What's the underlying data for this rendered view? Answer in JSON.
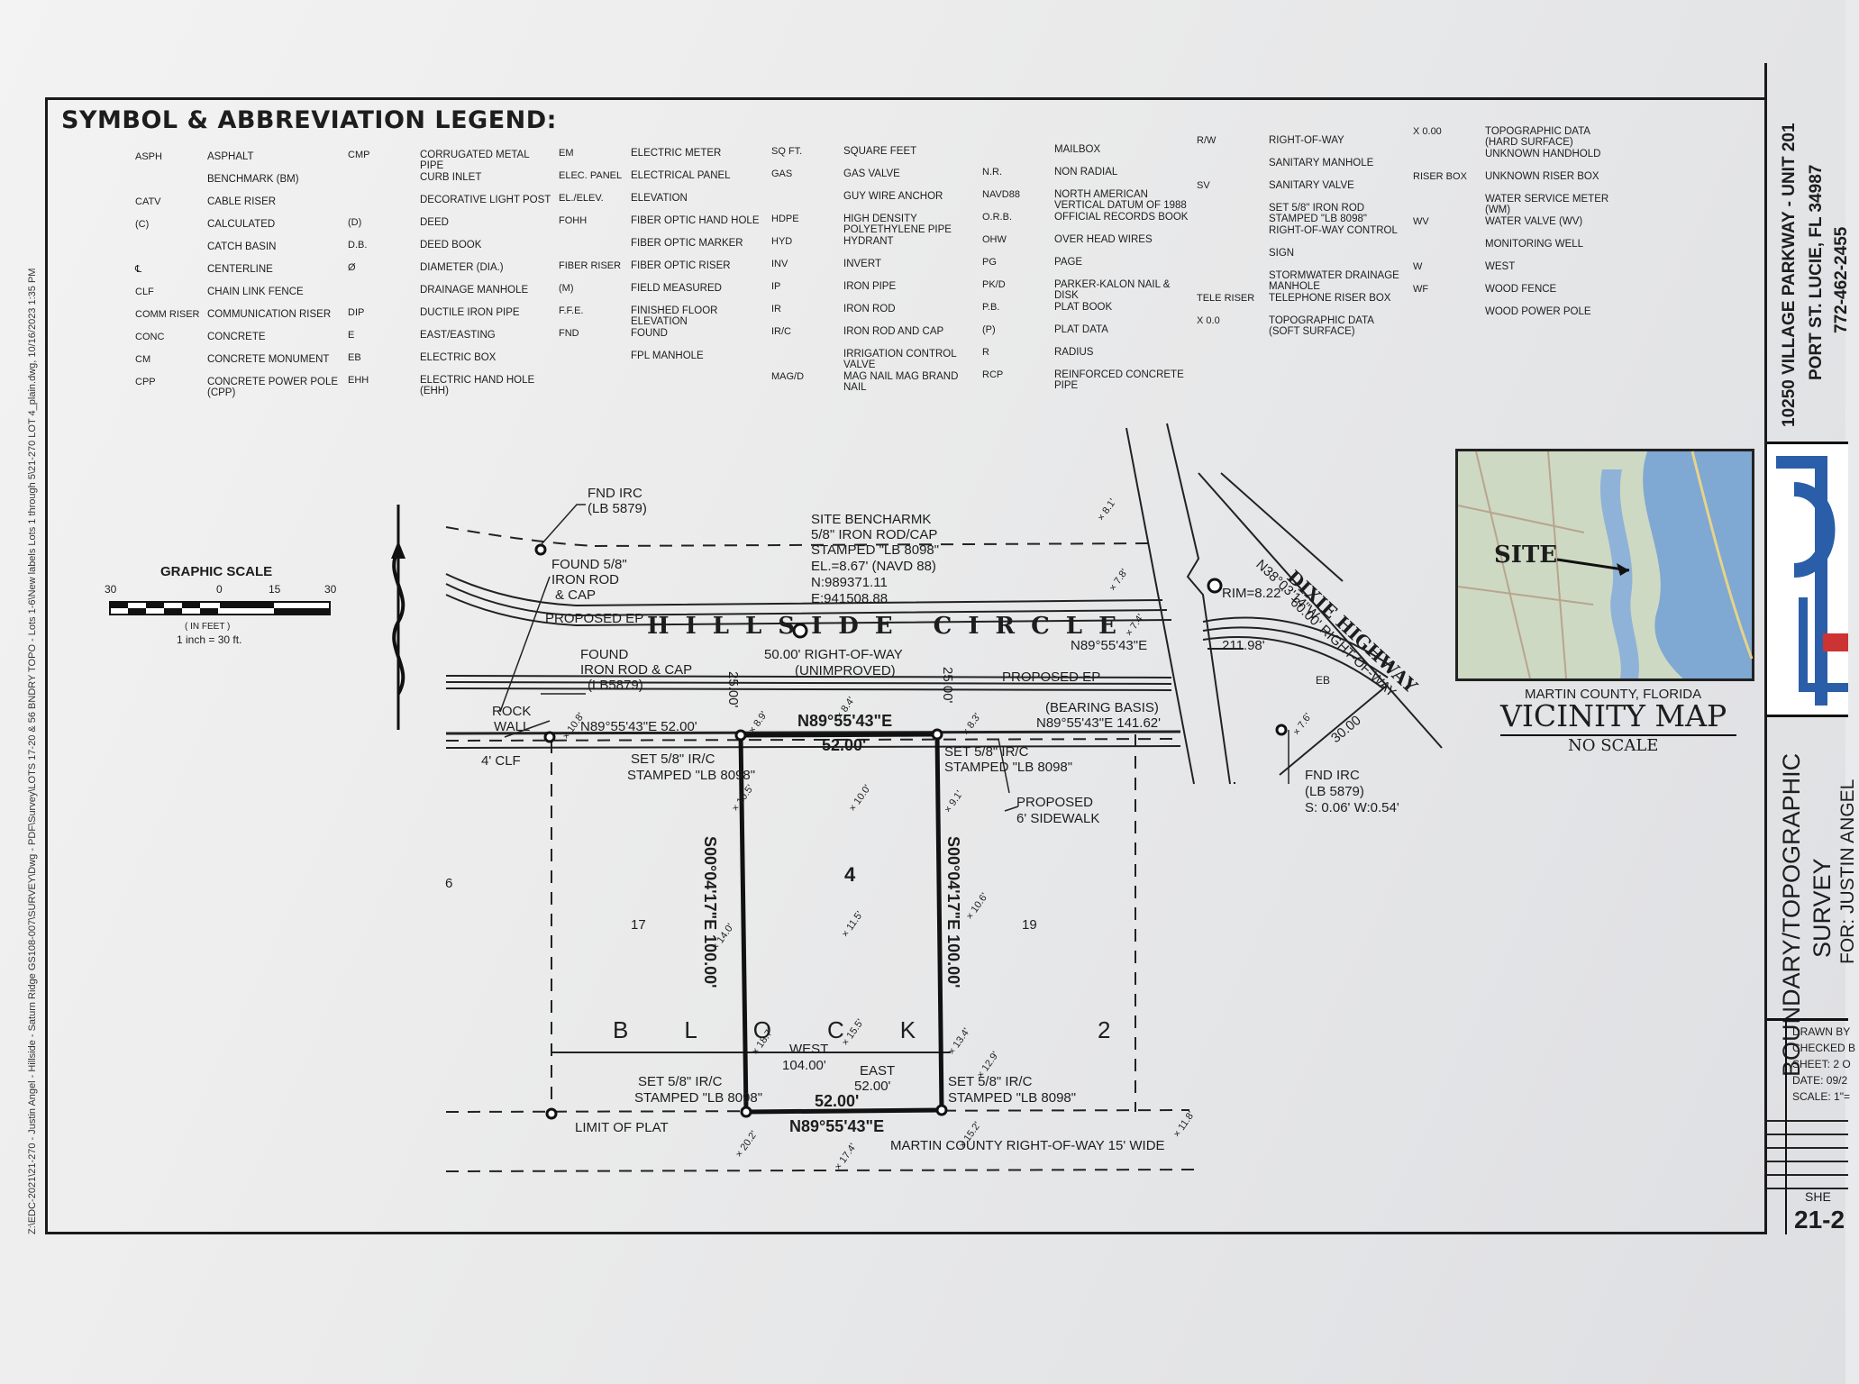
{
  "legend": {
    "title": "SYMBOL & ABBREVIATION LEGEND:",
    "col1": [
      {
        "ab": "ASPH",
        "df": "ASPHALT"
      },
      {
        "ab": "",
        "df": "BENCHMARK (BM)"
      },
      {
        "ab": "CATV",
        "df": "CABLE RISER"
      },
      {
        "ab": "(C)",
        "df": "CALCULATED"
      },
      {
        "ab": "",
        "df": "CATCH BASIN"
      },
      {
        "ab": "℄",
        "df": "CENTERLINE"
      },
      {
        "ab": "CLF",
        "df": "CHAIN LINK FENCE"
      },
      {
        "ab": "COMM RISER",
        "df": "COMMUNICATION RISER"
      },
      {
        "ab": "CONC",
        "df": "CONCRETE"
      },
      {
        "ab": "CM",
        "df": "CONCRETE MONUMENT"
      },
      {
        "ab": "CPP",
        "df": "CONCRETE POWER POLE (CPP)"
      }
    ],
    "col2": [
      {
        "ab": "CMP",
        "df": "CORRUGATED METAL PIPE"
      },
      {
        "ab": "",
        "df": "CURB INLET"
      },
      {
        "ab": "",
        "df": "DECORATIVE LIGHT POST"
      },
      {
        "ab": "(D)",
        "df": "DEED"
      },
      {
        "ab": "D.B.",
        "df": "DEED BOOK"
      },
      {
        "ab": "ø",
        "df": "DIAMETER (DIA.)"
      },
      {
        "ab": "",
        "df": "DRAINAGE MANHOLE"
      },
      {
        "ab": "DIP",
        "df": "DUCTILE IRON PIPE"
      },
      {
        "ab": "E",
        "df": "EAST/EASTING"
      },
      {
        "ab": "EB",
        "df": "ELECTRIC BOX"
      },
      {
        "ab": "EHH",
        "df": "ELECTRIC HAND HOLE (EHH)"
      }
    ],
    "col3": [
      {
        "ab": "EM",
        "df": "ELECTRIC METER"
      },
      {
        "ab": "ELEC. PANEL",
        "df": "ELECTRICAL PANEL"
      },
      {
        "ab": "EL./ELEV.",
        "df": "ELEVATION"
      },
      {
        "ab": "FOHH",
        "df": "FIBER OPTIC HAND HOLE"
      },
      {
        "ab": "",
        "df": "FIBER OPTIC MARKER"
      },
      {
        "ab": "FIBER RISER",
        "df": "FIBER OPTIC RISER"
      },
      {
        "ab": "(M)",
        "df": "FIELD MEASURED"
      },
      {
        "ab": "F.F.E.",
        "df": "FINISHED FLOOR ELEVATION"
      },
      {
        "ab": "FND",
        "df": "FOUND"
      },
      {
        "ab": "",
        "df": "FPL MANHOLE"
      }
    ],
    "col4": [
      {
        "ab": "SQ FT.",
        "df": "SQUARE FEET"
      },
      {
        "ab": "GAS",
        "df": "GAS VALVE"
      },
      {
        "ab": "",
        "df": "GUY WIRE ANCHOR"
      },
      {
        "ab": "HDPE",
        "df": "HIGH DENSITY POLYETHYLENE PIPE"
      },
      {
        "ab": "HYD",
        "df": "HYDRANT"
      },
      {
        "ab": "INV",
        "df": "INVERT"
      },
      {
        "ab": "IP",
        "df": "IRON PIPE"
      },
      {
        "ab": "IR",
        "df": "IRON ROD"
      },
      {
        "ab": "IR/C",
        "df": "IRON ROD AND CAP"
      },
      {
        "ab": "",
        "df": "IRRIGATION CONTROL VALVE"
      },
      {
        "ab": "MAG/D",
        "df": "MAG NAIL MAG BRAND NAIL"
      }
    ],
    "col5": [
      {
        "ab": "",
        "df": "MAILBOX"
      },
      {
        "ab": "N.R.",
        "df": "NON RADIAL"
      },
      {
        "ab": "NAVD88",
        "df": "NORTH AMERICAN VERTICAL DATUM OF 1988"
      },
      {
        "ab": "O.R.B.",
        "df": "OFFICIAL RECORDS BOOK"
      },
      {
        "ab": "OHW",
        "df": "OVER HEAD WIRES"
      },
      {
        "ab": "PG",
        "df": "PAGE"
      },
      {
        "ab": "PK/D",
        "df": "PARKER-KALON NAIL & DISK"
      },
      {
        "ab": "P.B.",
        "df": "PLAT BOOK"
      },
      {
        "ab": "(P)",
        "df": "PLAT DATA"
      },
      {
        "ab": "R",
        "df": "RADIUS"
      },
      {
        "ab": "RCP",
        "df": "REINFORCED CONCRETE PIPE"
      }
    ],
    "col6": [
      {
        "ab": "R/W",
        "df": "RIGHT-OF-WAY"
      },
      {
        "ab": "",
        "df": "SANITARY MANHOLE"
      },
      {
        "ab": "SV",
        "df": "SANITARY VALVE"
      },
      {
        "ab": "",
        "df": "SET 5/8\" IRON ROD STAMPED \"LB 8098\""
      },
      {
        "ab": "",
        "df": "RIGHT-OF-WAY CONTROL"
      },
      {
        "ab": "",
        "df": "SIGN"
      },
      {
        "ab": "",
        "df": "STORMWATER DRAINAGE MANHOLE"
      },
      {
        "ab": "TELE RISER",
        "df": "TELEPHONE RISER BOX"
      },
      {
        "ab": "X 0.0",
        "df": "TOPOGRAPHIC DATA (SOFT SURFACE)"
      }
    ],
    "col7": [
      {
        "ab": "X 0.00",
        "df": "TOPOGRAPHIC DATA (HARD SURFACE)"
      },
      {
        "ab": "",
        "df": "UNKNOWN HANDHOLD"
      },
      {
        "ab": "RISER BOX",
        "df": "UNKNOWN RISER BOX"
      },
      {
        "ab": "",
        "df": "WATER SERVICE METER (WM)"
      },
      {
        "ab": "WV",
        "df": "WATER VALVE (WV)"
      },
      {
        "ab": "",
        "df": "MONITORING WELL"
      },
      {
        "ab": "W",
        "df": "WEST"
      },
      {
        "ab": "WF",
        "df": "WOOD FENCE"
      },
      {
        "ab": "",
        "df": "WOOD POWER POLE"
      }
    ]
  },
  "file_path": "Z:\\EDC-2021\\21-270 - Justin Angel - Hillside - Saturn Ridge GS108-007\\SURVEY\\Dwg - PDF\\Survey\\LOTS 17-20 & 56 BNDRY TOPO - Lots 1-6\\New labels Lots 1 through 5\\21-270 LOT 4_plain.dwg, 10/16/2023 1:35 PM",
  "scale": {
    "title": "GRAPHIC SCALE",
    "t30": "30",
    "t0": "0",
    "t15": "15",
    "t30b": "30",
    "unit": "( IN FEET )",
    "ratio": "1 inch = 30 ft."
  },
  "north": "NORTH",
  "survey": {
    "fnd_irc": "FND IRC",
    "lb5879a": "(LB 5879)",
    "bench1": "SITE BENCHARMK",
    "bench2": "5/8\" IRON ROD/CAP",
    "bench3": "STAMPED \"LB 8098\"",
    "bench4": "EL.=8.67' (NAVD 88)",
    "bench5": "N:989371.11",
    "bench6": "E:941508.88",
    "found1": "FOUND 5/8\"",
    "found2": "IRON ROD",
    "found3": "& CAP",
    "prop_ep": "PROPOSED EP",
    "prop_ep2": "PROPOSED EP",
    "road": "HILLSIDE CIRCLE",
    "row1": "50.00' RIGHT-OF-WAY",
    "row2": "(UNIMPROVED)",
    "found_b1": "FOUND",
    "found_b2": "IRON ROD & CAP",
    "found_b3": "(LB5879)",
    "rock": "ROCK",
    "wall": "WALL",
    "clf": "4' CLF",
    "brg_w": "N89°55'43\"E 52.00'",
    "brg_top": "N89°55'43\"E",
    "d52a": "52.00'",
    "brg_basis": "(BEARING BASIS)",
    "brg_e": "N89°55'43\"E 141.62'",
    "brg_e2": "N89°55'43\"E",
    "d25a": "25.00'",
    "d25b": "25.00'",
    "set1": "SET 5/8\" IR/C",
    "set1b": "STAMPED \"LB 8098\"",
    "set2": "SET 5/8\" IR/C",
    "set2b": "STAMPED \"LB 8098\"",
    "sidewalk1": "PROPOSED",
    "sidewalk2": "6' SIDEWALK",
    "left_brg": "S00°04'17\"E 100.00'",
    "right_brg": "S00°04'17\"E 100.00'",
    "lot": "4",
    "lot17": "17",
    "lot19": "19",
    "lot6": "6",
    "block": "BLOCK",
    "block_num": "2",
    "west": "WEST",
    "west_d": "104.00'",
    "east": "EAST",
    "east_d": "52.00'",
    "d52b": "52.00'",
    "brg_bot": "N89°55'43\"E",
    "set3": "SET 5/8\" IR/C",
    "set3b": "STAMPED \"LB 8098\"",
    "set4": "SET 5/8\" IR/C",
    "set4b": "STAMPED \"LB 8098\"",
    "limit": "LIMIT OF PLAT",
    "martin_row": "MARTIN COUNTY RIGHT-OF-WAY 15' WIDE",
    "rim": "RIM=8.22'",
    "d211": "211.98'",
    "dixie": "DIXIE HIGHWAY",
    "dixie_row": "60.00' RIGHT-OF-WAY",
    "dixie_brg": "N38°03'14\"W",
    "d30": "30.00",
    "eb": "EB",
    "fnd_irc2": "FND IRC",
    "lb5879b": "(LB 5879)",
    "sw": "S: 0.06'   W:0.54'",
    "spots": [
      "8.1'",
      "7.8'",
      "7.4'",
      "8.4'",
      "8.9'",
      "8.3'",
      "10.8'",
      "10.5'",
      "10.0'",
      "9.1'",
      "14.0'",
      "11.5'",
      "10.6'",
      "18.7'",
      "15.5'",
      "13.4'",
      "12.9'",
      "20.2'",
      "17.4'",
      "15.2'",
      "11.8'",
      "7.6'"
    ]
  },
  "vicinity": {
    "site": "SITE",
    "county": "MARTIN COUNTY, FLORIDA",
    "title": "VICINITY MAP",
    "scale": "NO SCALE"
  },
  "titleblock": {
    "addr1": "10250 VILLAGE PARKWAY - UNIT 201",
    "addr2": "PORT ST. LUCIE, FL 34987",
    "phone": "772-462-2455",
    "survey_title": "BOUNDARY/TOPOGRAPHIC",
    "survey_title2": "SURVEY",
    "for": "FOR: JUSTIN ANGEL",
    "drawn": "DRAWN BY",
    "checked": "CHECKED B",
    "sheet": "SHEET: 2 O",
    "date": "DATE: 09/2",
    "scale": "SCALE: 1\"=",
    "sheet_label": "SHE",
    "job": "21-2"
  }
}
